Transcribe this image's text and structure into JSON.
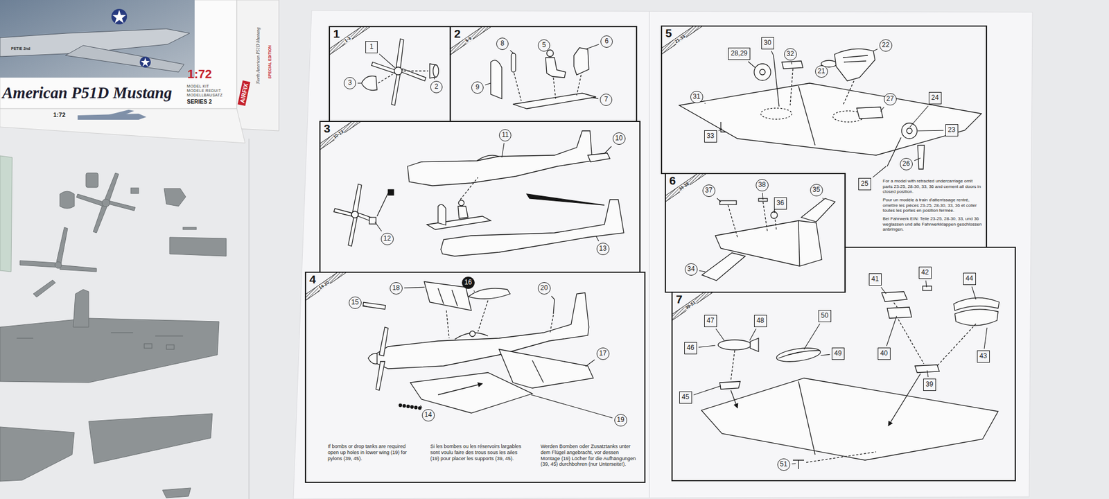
{
  "diagram": {
    "nodes": [
      {
        "text": [
          "1",
          "1-3"
        ]
      },
      {
        "text": [
          "2",
          "5-9"
        ]
      },
      {
        "text": [
          "3",
          "10-13"
        ]
      },
      {
        "text": [
          "4",
          "14-20"
        ]
      },
      {
        "text": [
          "5",
          "21-33"
        ]
      },
      {
        "text": [
          "6",
          "34-38"
        ]
      },
      {
        "text": [
          "7",
          "39-51"
        ]
      }
    ],
    "labels": [
      "American P51D Mustang",
      "1:72",
      "MODEL KIT",
      "MODELE REDUIT",
      "MODELLBAUSATZ",
      "SERIES 2",
      "AIRFIX",
      "North American P51D Mustang",
      "SPECIAL EDITION",
      "1:72",
      "PETIE 2nd",
      "1",
      "2",
      "3",
      "8",
      "5",
      "6",
      "9",
      "7",
      "11",
      "10",
      "12",
      "13",
      "15",
      "18",
      "16",
      "20",
      "17",
      "19",
      "14",
      "If bombs or drop tanks are required open up holes in lower wing (19) for pylons (39, 45).",
      "Si les bombes ou les réservoirs largables sont voulu faire des trous sous les ailes (19) pour placer les supports (39, 45).",
      "Werden Bomben oder Zusatztanks unter dem Flügel angebracht, vor dessen Montage (19) Löcher für die Aufhängungen (39, 45) durchbohren (nur Unterseite!).",
      "28,29",
      "30",
      "32",
      "21",
      "22",
      "31",
      "27",
      "24",
      "23",
      "33",
      "26",
      "25",
      "For a model with retracted undercarriage omit parts 23-25, 28-30, 33, 36 and cement all doors in closed position.",
      "Pour un modèle à train d'atterrissage rentré, omettre les pièces 23-25, 28-30, 33, 36 et coller toutes les portes en position fermée.",
      "Bei Fahrwerk EIN: Teile 23-25, 28-30, 33, und 36 weglassen und alle Fahrwerkklappen geschlossen anbringen.",
      "37",
      "38",
      "36",
      "35",
      "34",
      "41",
      "42",
      "44",
      "47",
      "48",
      "50",
      "46",
      "49",
      "40",
      "43",
      "45",
      "39",
      "51"
    ]
  }
}
